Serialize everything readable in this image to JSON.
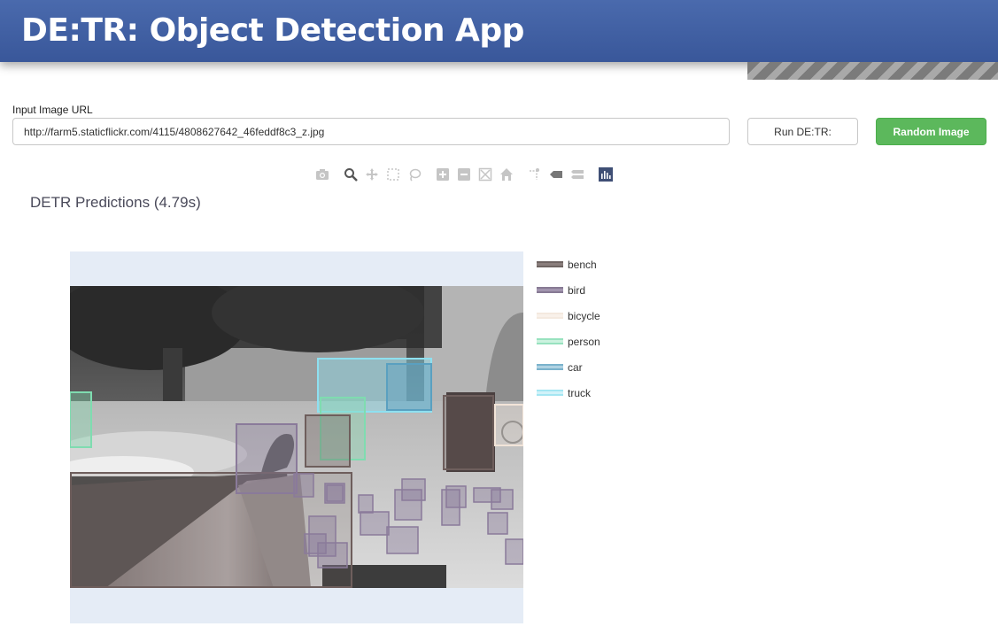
{
  "header": {
    "title": "DE:TR: Object Detection App"
  },
  "form": {
    "url_label": "Input Image URL",
    "url_value": "http://farm5.staticflickr.com/4115/4808627642_46feddf8c3_z.jpg",
    "run_label": "Run DE:TR:",
    "random_label": "Random Image"
  },
  "modebar": {
    "icons": [
      "camera-icon",
      "zoom-icon",
      "pan-icon",
      "box-select-icon",
      "lasso-select-icon",
      "zoom-in-icon",
      "zoom-out-icon",
      "autoscale-icon",
      "reset-axes-icon",
      "spike-lines-icon",
      "hover-closest-icon",
      "hover-compare-icon",
      "plotly-logo-icon"
    ]
  },
  "plot": {
    "title": "DETR Predictions (4.79s)"
  },
  "legend": {
    "items": [
      {
        "label": "bench",
        "color": "#6e5e5c"
      },
      {
        "label": "bird",
        "color": "#8a7a9a"
      },
      {
        "label": "bicycle",
        "color": "#f2e4d8"
      },
      {
        "label": "person",
        "color": "#7fdcb0"
      },
      {
        "label": "car",
        "color": "#5aa0c0"
      },
      {
        "label": "truck",
        "color": "#8ee0f0"
      }
    ]
  },
  "colors": {
    "banner": "#3f5fa2",
    "random_button": "#5cb85c",
    "plot_background": "#e5ecf6"
  }
}
